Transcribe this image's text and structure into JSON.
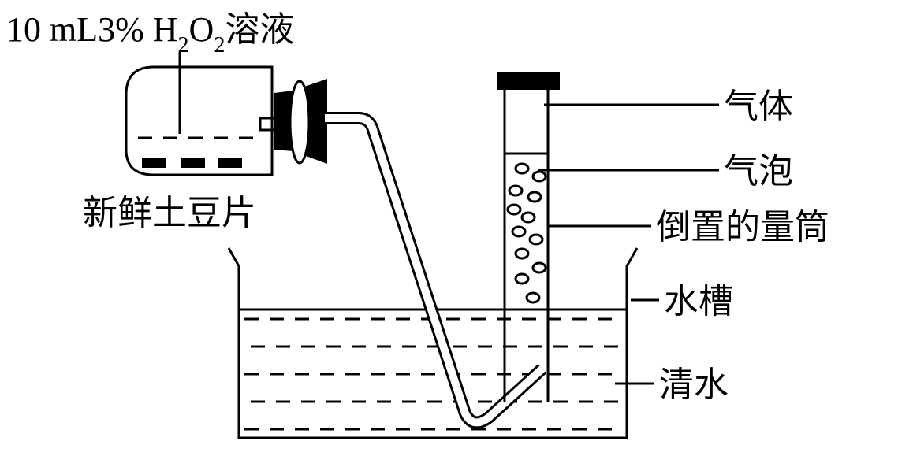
{
  "bottle_label": {
    "prefix": "10 mL3% H",
    "sub1": "2",
    "mid": "O",
    "sub2": "2",
    "suffix": "溶液"
  },
  "potato_label": "新鲜土豆片",
  "labels": {
    "gas": "气体",
    "bubbles": "气泡",
    "cylinder": "倒置的量筒",
    "trough": "水槽",
    "water": "清水"
  }
}
